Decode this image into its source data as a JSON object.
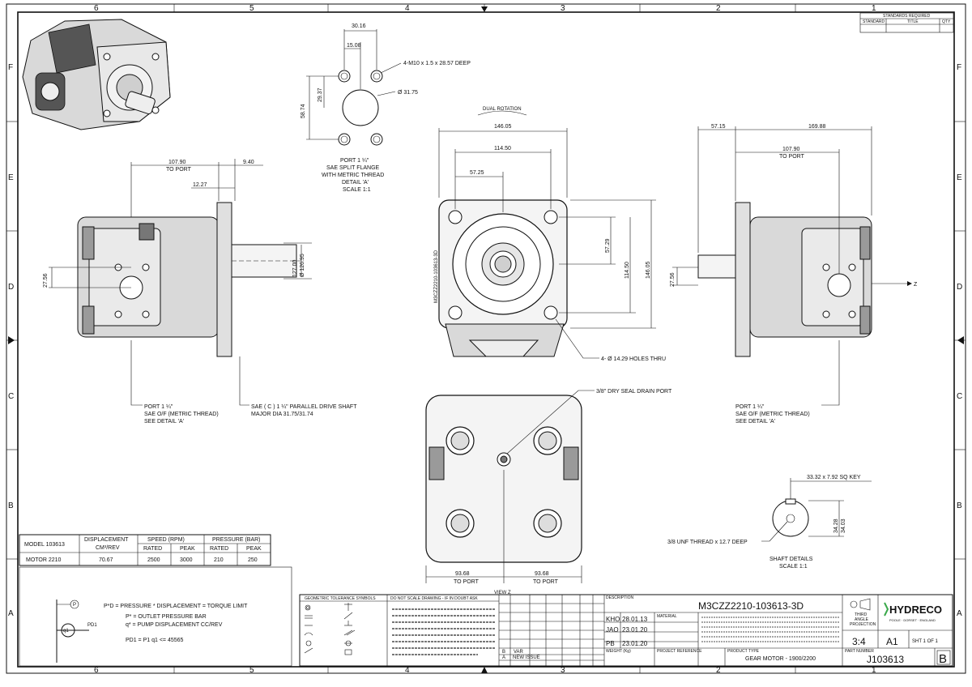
{
  "border": {
    "columns_top": [
      "6",
      "5",
      "4",
      "3",
      "2",
      "1"
    ],
    "columns_bottom": [
      "6",
      "5",
      "4",
      "3",
      "2",
      "1"
    ],
    "rows_left": [
      "F",
      "E",
      "D",
      "C",
      "B",
      "A"
    ],
    "rows_right": [
      "F",
      "E",
      "D",
      "C",
      "B",
      "A"
    ]
  },
  "standards": {
    "title": "STANDARDS REQUIRED",
    "col1": "STANDARD",
    "col2": "TITLE",
    "col3": "QTY"
  },
  "port_detail": {
    "dim_top": "30.16",
    "dim_mid": "15.08",
    "dim_side": "29.37",
    "dim_outer": "58.74",
    "thread_note": "4-M10 x 1.5 x 28.57 DEEP",
    "bore_note": "Ø 31.75",
    "caption": [
      "PORT 1 ¼\"",
      "SAE SPLIT FLANGE",
      "WITH METRIC THREAD",
      "DETAIL 'A'",
      "SCALE 1:1"
    ]
  },
  "left_view": {
    "dim_port": "107.90",
    "dim_port_label": "TO PORT",
    "dim_a": "9.40",
    "dim_b": "12.27",
    "dim_c": "27.56",
    "dim_d": "127.00",
    "dim_e": "Ø 126.95",
    "port_note": [
      "PORT 1 ¼\"",
      "SAE O/F (METRIC THREAD)",
      "SEE DETAIL 'A'"
    ],
    "shaft_note": [
      "SAE ( C ) 1 ¼\" PARALLEL DRIVE SHAFT",
      "MAJOR DIA 31.75/31.74"
    ]
  },
  "front_view": {
    "rotation": "DUAL ROTATION",
    "dim_width": "146.05",
    "dim_mid": "114.50",
    "dim_half": "57.25",
    "dim_v1": "57.29",
    "dim_v2": "114.50",
    "dim_v3": "146.05",
    "holes_note": "4- Ø 14.29 HOLES THRU",
    "serial": "M3CZZ2210-103613-3D"
  },
  "right_view": {
    "dim_a": "57.15",
    "dim_b": "169.88",
    "dim_port": "107.90",
    "dim_port_label": "TO PORT",
    "dim_c": "27.56",
    "axis_label": "Z",
    "port_note": [
      "PORT 1 ¼\"",
      "SAE O/F (METRIC THREAD)",
      "SEE DETAIL 'A'"
    ]
  },
  "bottom_view": {
    "drain_note": "3/8\" DRY SEAL DRAIN PORT",
    "dim_left": "93.68",
    "dim_left_label": "TO PORT",
    "dim_right": "93.68",
    "dim_right_label": "TO PORT",
    "view_label": "VIEW Z"
  },
  "shaft_details": {
    "key_note": "33.32 x 7.92 SQ KEY",
    "thread_note": "3/8 UNF THREAD x 12.7 DEEP",
    "dim_a": "34.28",
    "dim_b": "34.03",
    "caption": [
      "SHAFT DETAILS",
      "SCALE 1:1"
    ]
  },
  "spec_table": {
    "model_label": "MODEL 103613",
    "disp_label": [
      "DISPLACEMENT",
      "CM³/REV"
    ],
    "speed_label": "SPEED (RPM)",
    "pressure_label": "PRESSURE (BAR)",
    "rated": "RATED",
    "peak": "PEAK",
    "row": [
      "MOTOR 2210",
      "70.67",
      "2500",
      "3000",
      "210",
      "250"
    ]
  },
  "formula": {
    "p_label": "P",
    "q_label": "q1",
    "pd_label": "PD1",
    "line1": "P*D = PRESSURE * DISPLACEMENT = TORQUE LIMIT",
    "line2": "P* = OUTLET PRESSURE BAR",
    "line3": "q* = PUMP DISPLACEMENT CC/REV",
    "line4": "PD1 = P1 q1 <= 45565"
  },
  "title_block": {
    "gtol": "GEOMETRIC TOLERANCE SYMBOLS",
    "noscale": "DO NOT SCALE DRAWING - IF IN DOUBT ASK",
    "description_label": "DESCRIPTION",
    "drawing_no": "M3CZZ2210-103613-3D",
    "drawn": "KHO",
    "drawn_date": "28.01.13",
    "checked": "JAO",
    "checked_date": "23.01.20",
    "approved": "PB",
    "approved_date": "23.01.20",
    "rev_a": "A",
    "rev_a_desc": "NEW ISSUE",
    "rev_b": "B",
    "rev_b_desc": "VAR",
    "projection": [
      "THIRD",
      "ANGLE",
      "PROJECTION"
    ],
    "brand": "HYDRECO",
    "brand_sub": "POOLE · DORSET · ENGLAND",
    "scale": "3:4",
    "size": "A1",
    "sheet": "SHT 1 OF 1",
    "product": "GEAR MOTOR - 1900/2200",
    "part": "J103613",
    "rev": "B",
    "material_label": "MATERIAL",
    "weight_label": "WEIGHT (Kg)",
    "project_label": "PROJECT REFERENCE",
    "product_type_label": "PRODUCT TYPE",
    "part_label": "PART NUMBER"
  },
  "colors": {
    "brand_green": "#3aa84a",
    "brand_blue": "#3a78c2"
  }
}
